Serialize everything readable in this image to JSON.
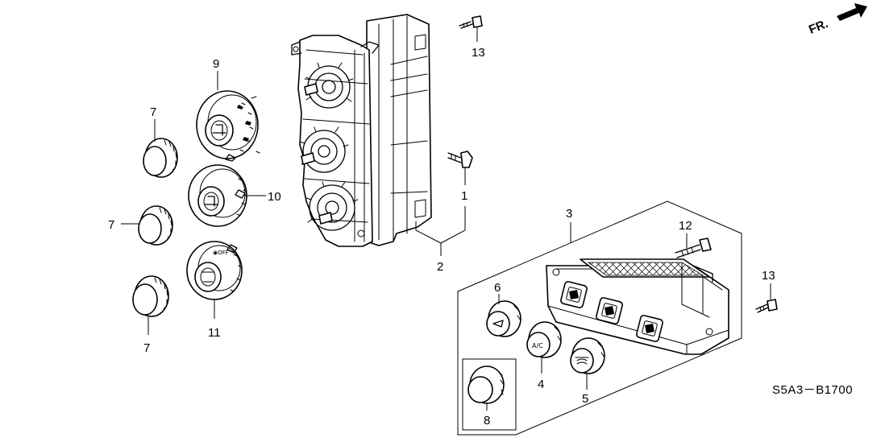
{
  "front_indicator": {
    "label": "FR."
  },
  "diagram_code": "S5A3－B1700",
  "callouts": {
    "c1": "1",
    "c2": "2",
    "c3": "3",
    "c4": "4",
    "c5": "5",
    "c6": "6",
    "c7a": "7",
    "c7b": "7",
    "c7c": "7",
    "c8": "8",
    "c9": "9",
    "c10": "10",
    "c11": "11",
    "c12": "12",
    "c13a": "13",
    "c13b": "13"
  },
  "button_marks": {
    "ac": "A/C"
  }
}
